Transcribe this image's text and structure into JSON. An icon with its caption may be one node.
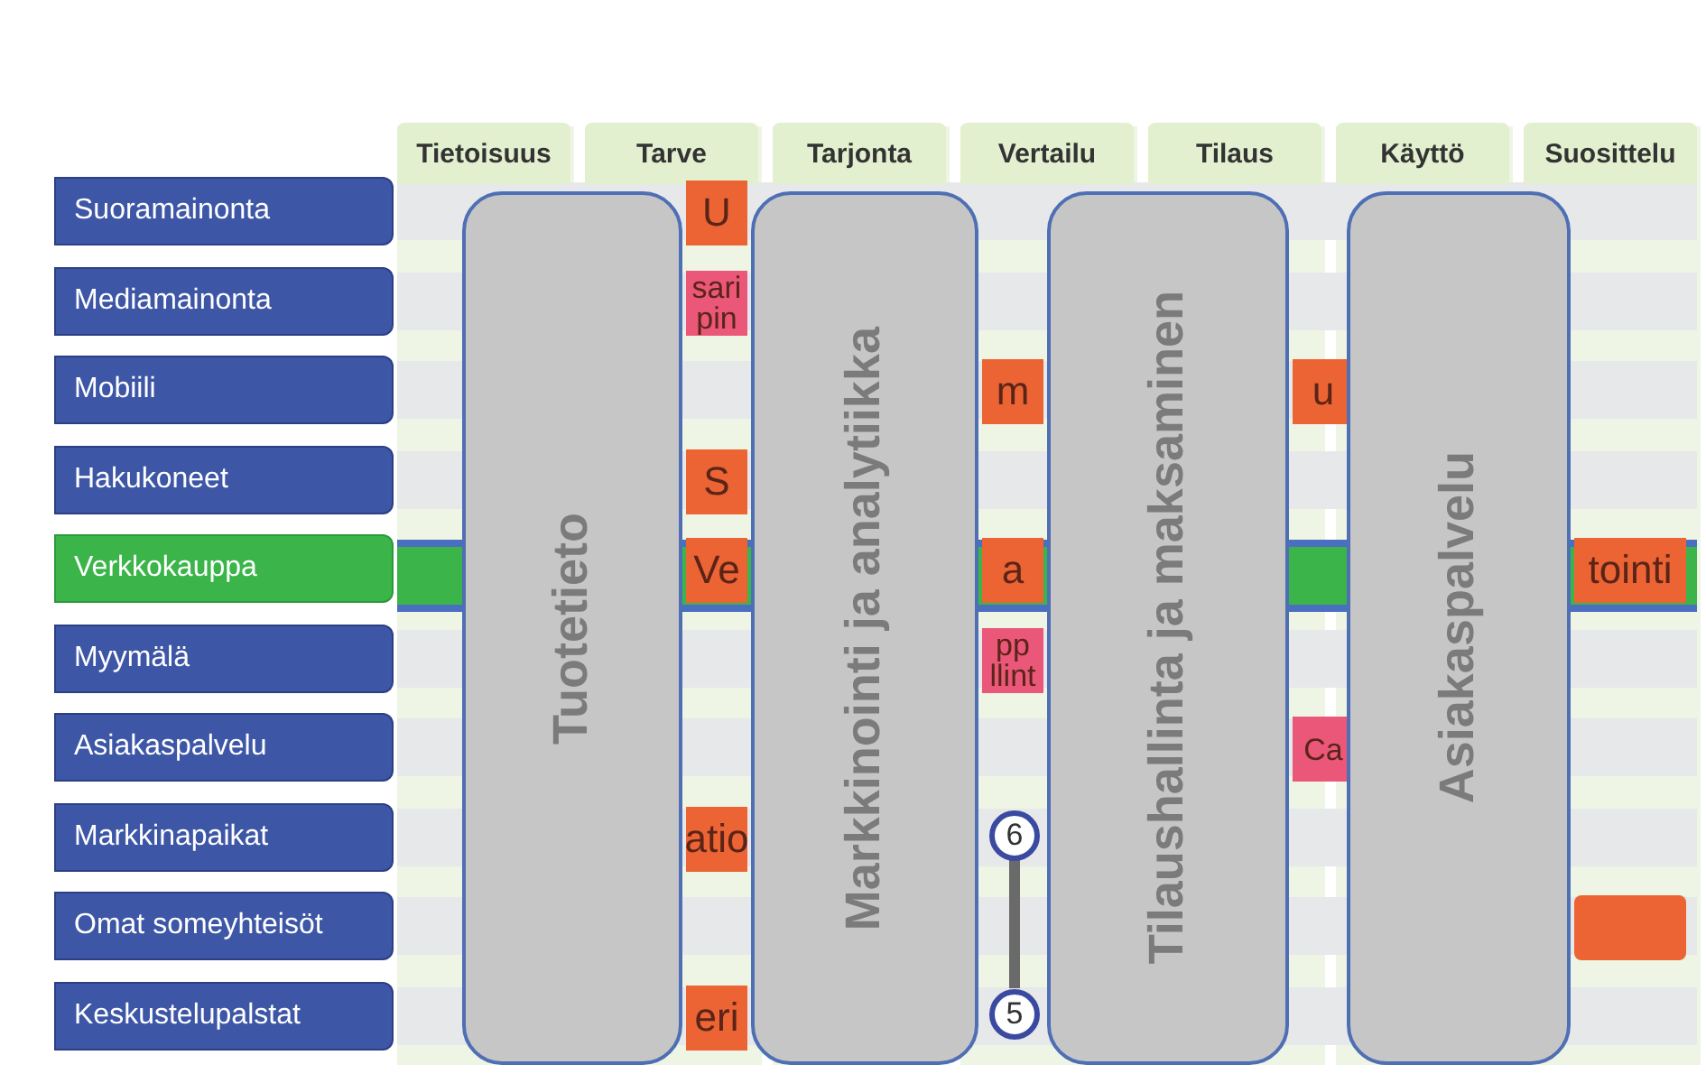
{
  "diagram": {
    "nodes": [
      {
        "text": [
          "Tietoisuus"
        ]
      },
      {
        "text": [
          "Tarve"
        ]
      },
      {
        "text": [
          "Tarjonta"
        ]
      },
      {
        "text": [
          "Vertailu"
        ]
      },
      {
        "text": [
          "Tilaus"
        ]
      },
      {
        "text": [
          "Käyttö"
        ]
      },
      {
        "text": [
          "Suosittelu"
        ]
      },
      {
        "text": [
          "Suoramainonta"
        ]
      },
      {
        "text": [
          "Mediamainonta"
        ]
      },
      {
        "text": [
          "Mobiili"
        ]
      },
      {
        "text": [
          "Hakukoneet"
        ]
      },
      {
        "text": [
          "Verkkokauppa"
        ]
      },
      {
        "text": [
          "Myymälä"
        ]
      },
      {
        "text": [
          "Asiakaspalvelu"
        ]
      },
      {
        "text": [
          "Markkinapaikat"
        ]
      },
      {
        "text": [
          "Omat someyhteisöt"
        ]
      },
      {
        "text": [
          "Keskustelupalstat"
        ]
      },
      {
        "text": [
          "Tuotetieto"
        ]
      },
      {
        "text": [
          "Markkinointi ja analytiikka"
        ]
      },
      {
        "text": [
          "Tilaushallinta ja maksaminen"
        ]
      },
      {
        "text": [
          "Asiakaspalvelu"
        ]
      },
      {
        "text": [
          "U"
        ]
      },
      {
        "text": [
          "sari pin"
        ]
      },
      {
        "text": [
          "S"
        ]
      },
      {
        "text": [
          "Ve"
        ]
      },
      {
        "text": [
          "atio"
        ]
      },
      {
        "text": [
          "eri"
        ]
      },
      {
        "text": [
          "m"
        ]
      },
      {
        "text": [
          "a"
        ]
      },
      {
        "text": [
          "pp llint"
        ]
      },
      {
        "text": [
          "u"
        ]
      },
      {
        "text": [
          "Ca"
        ]
      },
      {
        "text": [
          "tointi"
        ]
      },
      {
        "text": [],
        "shape": "box"
      },
      {
        "text": [
          "6"
        ]
      },
      {
        "text": [
          "5"
        ]
      }
    ],
    "edges": [
      {
        "from": 34,
        "to": 35,
        "arrow": "none"
      }
    ]
  }
}
